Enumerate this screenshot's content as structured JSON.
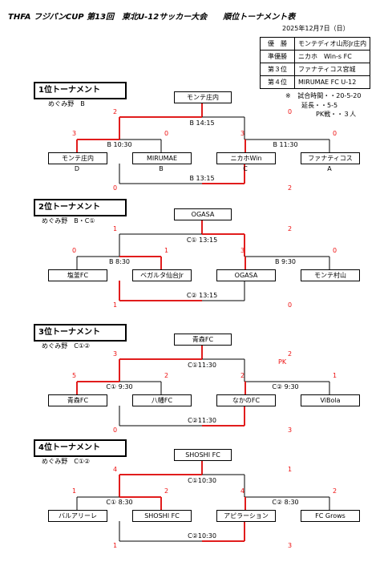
{
  "header": {
    "title": "THFA フジパンCUP 第13回　東北U-12サッカー大会　　順位トーナメント表",
    "date": "2025年12月7日（日）"
  },
  "results": [
    {
      "rank": "優　勝",
      "team": "モンテディオ山形Jr庄内"
    },
    {
      "rank": "準優勝",
      "team": "ニカホ　Win-s FC"
    },
    {
      "rank": "第３位",
      "team": "ファナティコス宮城"
    },
    {
      "rank": "第４位",
      "team": "MIRUMAE FC U-12"
    }
  ],
  "notes": {
    "mark": "※",
    "line1": "試合時間・・20-5-20",
    "line2": "延長・・5-5",
    "line3": "PK戦・・３人"
  },
  "sections": [
    {
      "label": "1位トーナメント",
      "venue": "めぐみ野　B",
      "final_team": "モンテ庄内",
      "teams": [
        "モンテ庄内",
        "MIRUMAE",
        "ニカホWin",
        "ファナティコス"
      ],
      "captions": [
        "D",
        "B",
        "C",
        "A"
      ],
      "top_label": "B 14:15",
      "semi_left": "B 10:30",
      "semi_right": "B 11:30",
      "bottom_label": "B 13:15",
      "scores_final": [
        "2",
        "0"
      ],
      "scores_semi": [
        "3",
        "0",
        "3",
        "0"
      ],
      "scores_third": [
        "0",
        "2"
      ],
      "pk": ""
    },
    {
      "label": "2位トーナメント",
      "venue": "めぐみ野　B・C①",
      "final_team": "OGASA",
      "teams": [
        "塩釜FC",
        "ベガルタ仙台Jr",
        "OGASA",
        "モンテ村山"
      ],
      "captions": [
        "",
        "",
        "",
        ""
      ],
      "top_label": "C① 13:15",
      "semi_left": "B 8:30",
      "semi_right": "B 9:30",
      "bottom_label": "C② 13:15",
      "scores_final": [
        "1",
        "2"
      ],
      "scores_semi": [
        "0",
        "1",
        "3",
        "0"
      ],
      "scores_third": [
        "1",
        "0"
      ],
      "pk": ""
    },
    {
      "label": "3位トーナメント",
      "venue": "めぐみ野　C①②",
      "final_team": "青森FC",
      "teams": [
        "青森FC",
        "八幡FC",
        "なかのFC",
        "ViBola"
      ],
      "captions": [
        "",
        "",
        "",
        ""
      ],
      "top_label": "C①11:30",
      "semi_left": "C① 9:30",
      "semi_right": "C② 9:30",
      "bottom_label": "C②11:30",
      "scores_final": [
        "3",
        "2"
      ],
      "scores_semi": [
        "5",
        "2",
        "2",
        "1"
      ],
      "scores_third": [
        "0",
        "3"
      ],
      "pk": "PK"
    },
    {
      "label": "4位トーナメント",
      "venue": "めぐみ野　C①②",
      "final_team": "SHOSHI FC",
      "teams": [
        "バルアリーレ",
        "SHOSHI FC",
        "アピラーション",
        "FC Grows"
      ],
      "captions": [
        "",
        "",
        "",
        ""
      ],
      "top_label": "C①10:30",
      "semi_left": "C① 8:30",
      "semi_right": "C② 8:30",
      "bottom_label": "C②10:30",
      "scores_final": [
        "4",
        "1"
      ],
      "scores_semi": [
        "1",
        "2",
        "4",
        "2"
      ],
      "scores_third": [
        "1",
        "3"
      ],
      "pk": ""
    }
  ],
  "colors": {
    "win_line": "#e11d1d",
    "lose_line": "#000000",
    "score": "#e11d1d"
  }
}
